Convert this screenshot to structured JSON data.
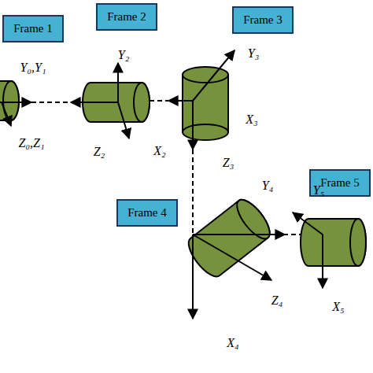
{
  "diagram": {
    "nodes": [
      {
        "text": [
          "Frame 1"
        ]
      },
      {
        "text": [
          "Frame 2"
        ]
      },
      {
        "text": [
          "Frame 3"
        ]
      },
      {
        "text": [
          "Frame 4"
        ]
      },
      {
        "text": [
          "Frame 5"
        ]
      }
    ],
    "labels": [
      "Y₀,Y₁",
      "Z₀,Z₁",
      "Y₂",
      "Z₂",
      "X₂",
      "Y₃",
      "X₃",
      "Z₃",
      "Y₄",
      "Y₅",
      "Z₄",
      "X₄",
      "X₅"
    ]
  }
}
